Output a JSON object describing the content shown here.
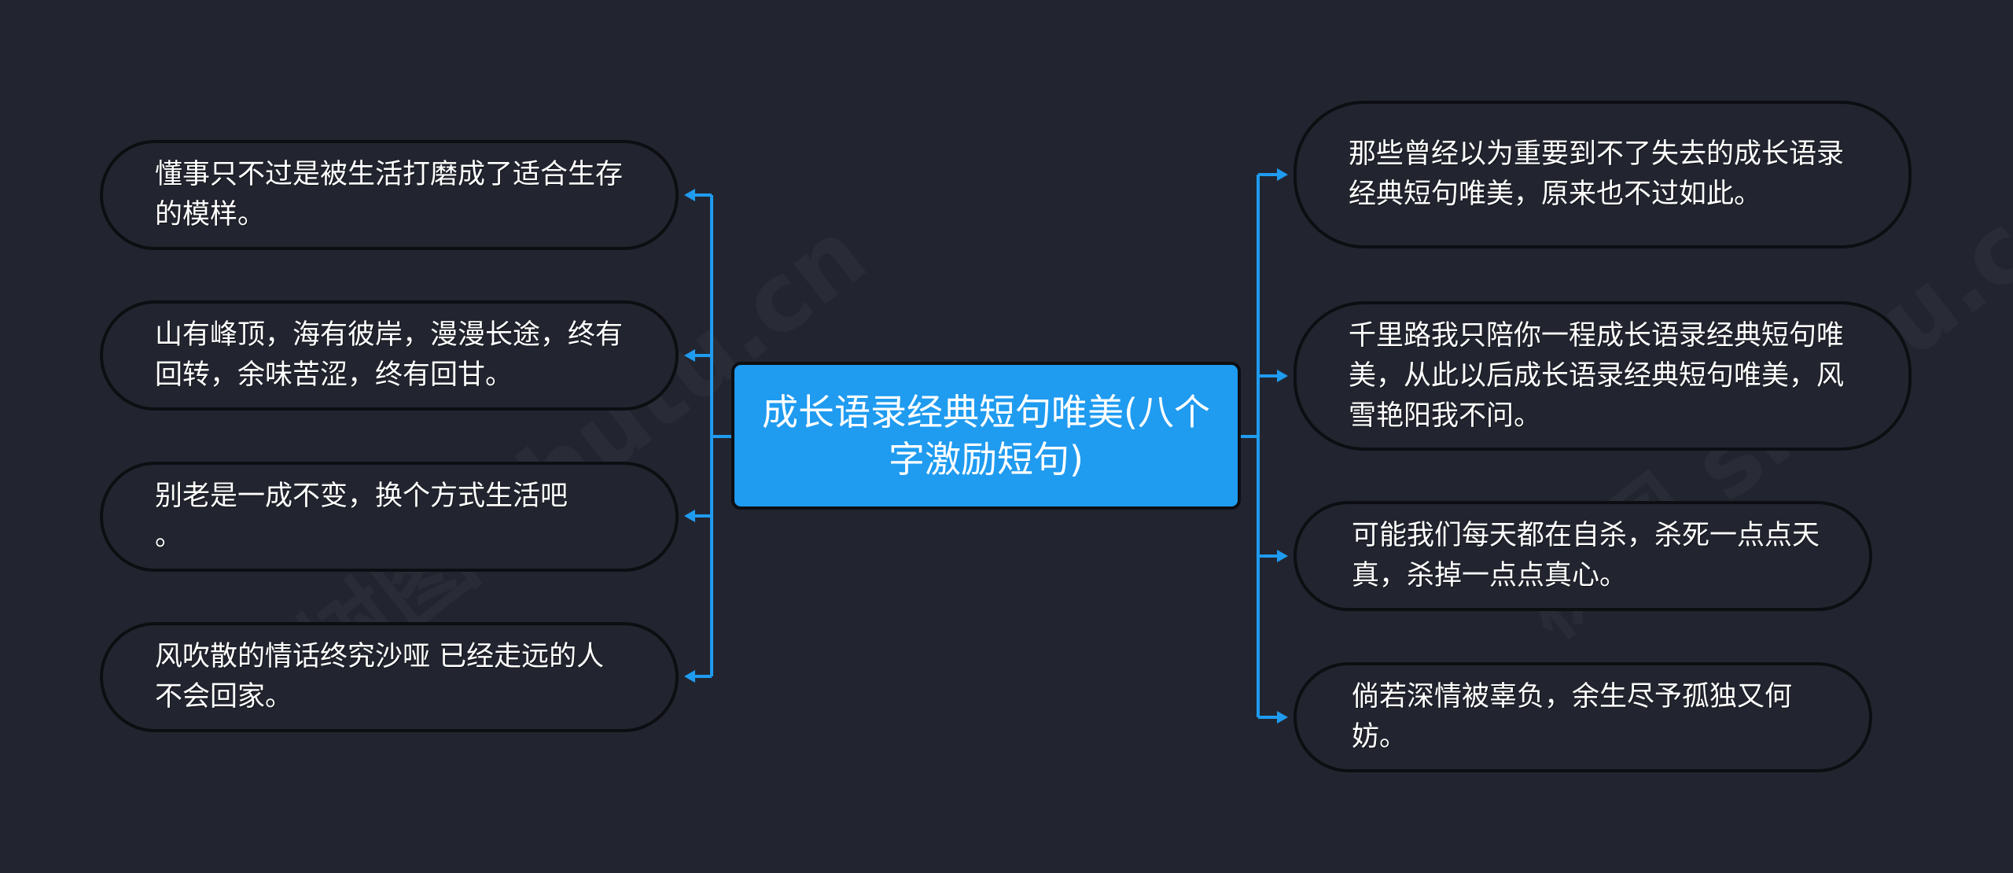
{
  "diagram": {
    "type": "mind-map",
    "colors": {
      "background": "#22252f",
      "root_fill": "#1f9bf0",
      "connector": "#1f9bf0",
      "node_fill": "#22252f",
      "node_border": "#0d0e12",
      "text": "#ffffff"
    },
    "root": {
      "label": "成长语录经典短句唯美(八个字激励短句)"
    },
    "left_branches": [
      {
        "label": "懂事只不过是被生活打磨成了适合生存的模样。"
      },
      {
        "label": "山有峰顶，海有彼岸，漫漫长途，终有回转，余味苦涩，终有回甘。"
      },
      {
        "label": "别老是一成不变，换个方式生活吧\n。"
      },
      {
        "label": "风吹散的情话终究沙哑 已经走远的人不会回家。"
      }
    ],
    "right_branches": [
      {
        "label": "那些曾经以为重要到不了失去的成长语录经典短句唯美，原来也不过如此。"
      },
      {
        "label": "千里路我只陪你一程成长语录经典短句唯美，从此以后成长语录经典短句唯美，风雪艳阳我不问。"
      },
      {
        "label": "可能我们每天都在自杀，杀死一点点天真，杀掉一点点真心。"
      },
      {
        "label": "倘若深情被辜负，余生尽予孤独又何妨。"
      }
    ]
  }
}
